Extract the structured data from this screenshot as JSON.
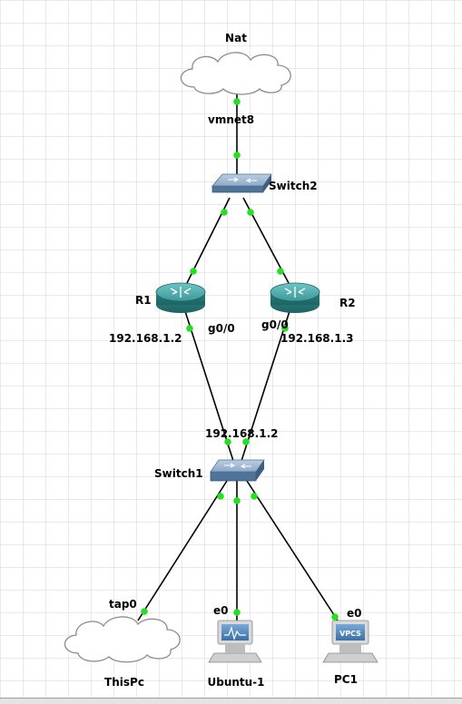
{
  "nodes": {
    "nat": {
      "label": "Nat"
    },
    "switch2": {
      "label": "Switch2"
    },
    "r1": {
      "label": "R1"
    },
    "r2": {
      "label": "R2"
    },
    "switch1": {
      "label": "Switch1"
    },
    "thispc": {
      "label": "ThisPc"
    },
    "ubuntu": {
      "label": "Ubuntu-1",
      "screen_text": ""
    },
    "pc1": {
      "label": "PC1",
      "screen_text": "VPCS"
    }
  },
  "link_labels": {
    "nat_port": "vmnet8",
    "r1_ip": "192.168.1.2",
    "r1_port": "g0/0",
    "r2_port": "g0/0",
    "r2_ip": "192.168.1.3",
    "switch1_ip": "192.168.1.2",
    "thispc_port": "tap0",
    "ubuntu_port": "e0",
    "pc1_port": "e0"
  },
  "colors": {
    "link": "#000000",
    "port_up": "#22e022",
    "router": "#2e8c8c",
    "switch": "#6a8fb5",
    "cloud": "#ffffff",
    "grid": "#d4d4d4"
  }
}
